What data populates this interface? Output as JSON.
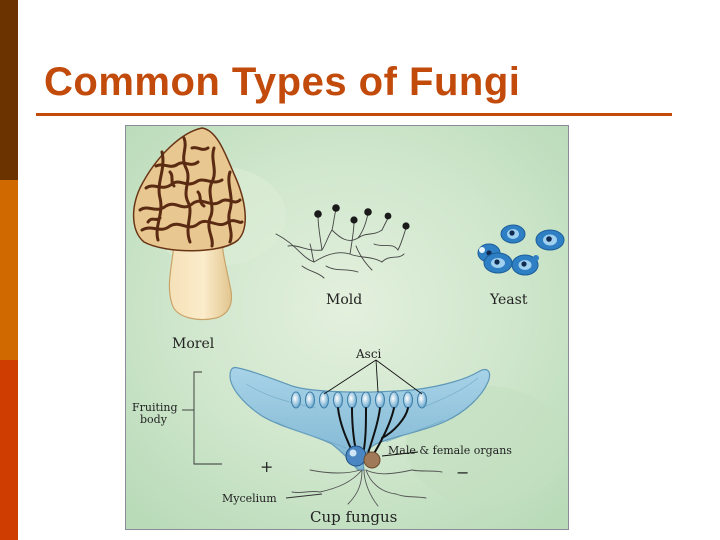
{
  "slide": {
    "title": "Common Types of Fungi"
  },
  "figure": {
    "labels": {
      "morel": "Morel",
      "mold": "Mold",
      "yeast": "Yeast",
      "asci": "Asci",
      "fruiting_body_line1": "Fruiting",
      "fruiting_body_line2": "body",
      "male_female_organs": "Male & female organs",
      "plus_sign": "+",
      "minus_sign": "−",
      "mycelium": "Mycelium",
      "cup_fungus": "Cup fungus"
    }
  },
  "colors": {
    "accent": "#c24a0a",
    "bar_dark": "#6b3300",
    "bar_mid": "#d06a00",
    "bar_red": "#d03d00",
    "figure_bg": "#cfe6cc",
    "yeast_blue": "#2f7fc4",
    "cup_blue": "#8fc3dc",
    "morel_cap": "#e8c890",
    "morel_ridges": "#5a2a12",
    "morel_stalk": "#f2dcae"
  }
}
